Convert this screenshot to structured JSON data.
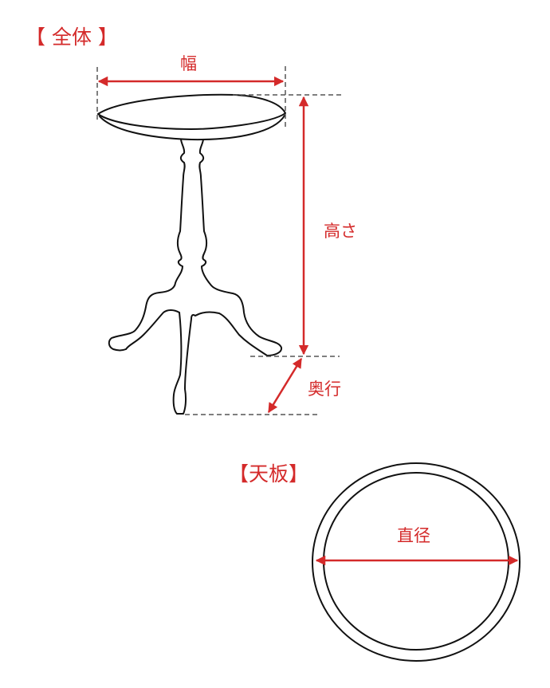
{
  "colors": {
    "accent_red": "#d42a2a",
    "outline": "#111111",
    "guide": "#555555",
    "background": "#ffffff"
  },
  "overall": {
    "title": "【 全体 】",
    "dimensions": {
      "width_label": "幅",
      "height_label": "高さ",
      "depth_label": "奥行"
    }
  },
  "tabletop": {
    "title": "【天板】",
    "dimensions": {
      "diameter_label": "直径"
    }
  }
}
